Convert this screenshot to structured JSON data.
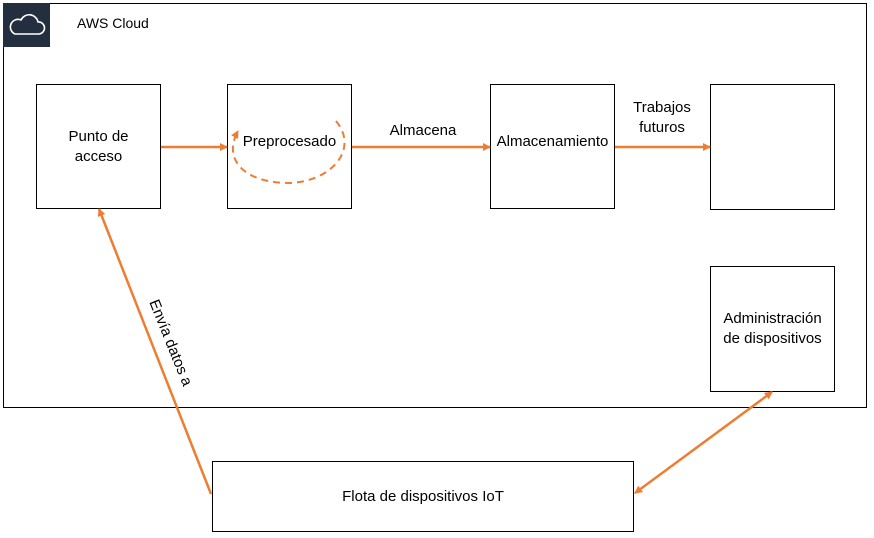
{
  "cloud": {
    "title": "AWS Cloud",
    "icon": "cloud-icon",
    "badge_color": "#232f3e"
  },
  "nodes": {
    "access_point": "Punto de acceso",
    "preprocessing": "Preprocesado",
    "storage": "Almacenamiento",
    "future_jobs_box": "",
    "device_admin": "Administración de dispositivos",
    "iot_fleet": "Flota de dispositivos IoT"
  },
  "edges": {
    "stores": "Almacena",
    "future_jobs": "Trabajos futuros",
    "sends_data": "Envía datos a"
  },
  "colors": {
    "arrow": "#ed7d31",
    "border": "#000000"
  }
}
